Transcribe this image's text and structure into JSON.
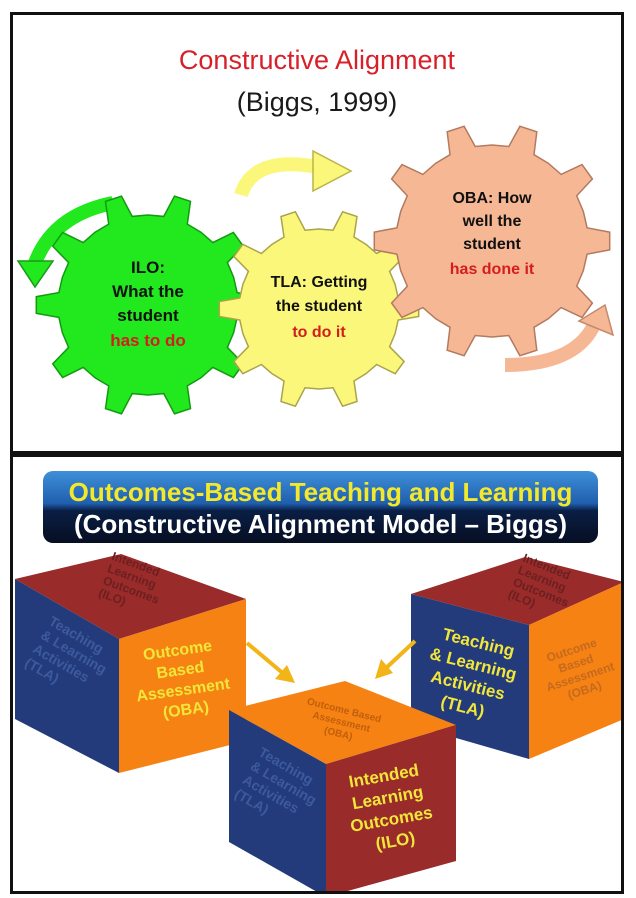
{
  "top": {
    "title": "Constructive Alignment",
    "subtitle": "(Biggs, 1999)",
    "gears": [
      {
        "lines": [
          "ILO:",
          "What the",
          "student"
        ],
        "highlight": "has to do"
      },
      {
        "lines": [
          "TLA: Getting",
          "the student"
        ],
        "highlight": "to do it"
      },
      {
        "lines": [
          "OBA: How",
          "well the",
          "student"
        ],
        "highlight": "has done it"
      }
    ]
  },
  "bottom": {
    "banner_line1": "Outcomes-Based Teaching and Learning",
    "banner_line2": "(Constructive Alignment Model – Biggs)",
    "cubes": {
      "left": {
        "top_face": [
          "Intended",
          "Learning",
          "Outcomes",
          "(ILO)"
        ],
        "side_face": [
          "Teaching",
          "& Learning",
          "Activities",
          "(TLA)"
        ],
        "front_face": [
          "Outcome",
          "Based",
          "Assessment",
          "(OBA)"
        ]
      },
      "right": {
        "top_face": [
          "Intended",
          "Learning",
          "Outcomes",
          "(ILO)"
        ],
        "front_face": [
          "Teaching",
          "& Learning",
          "Activities",
          "(TLA)"
        ],
        "side_face": [
          "Outcome",
          "Based",
          "Assessment",
          "(OBA)"
        ]
      },
      "center": {
        "top_face": [
          "Outcome Based",
          "Assessment",
          "(OBA)"
        ],
        "side_face": [
          "Teaching",
          "& Learning",
          "Activities",
          "(TLA)"
        ],
        "front_face": [
          "Intended",
          "Learning",
          "Outcomes",
          "(ILO)"
        ]
      }
    }
  },
  "colors": {
    "title_red": "#d8202a",
    "gear_green": "#22e81e",
    "gear_yellow": "#fbf77a",
    "gear_peach": "#f6b795",
    "highlight_red": "#d41e1e",
    "cube_orange": "#f58212",
    "cube_red": "#9a2b2b",
    "cube_blue": "#233b7a",
    "cube_text_yellow": "#f2e63a"
  }
}
